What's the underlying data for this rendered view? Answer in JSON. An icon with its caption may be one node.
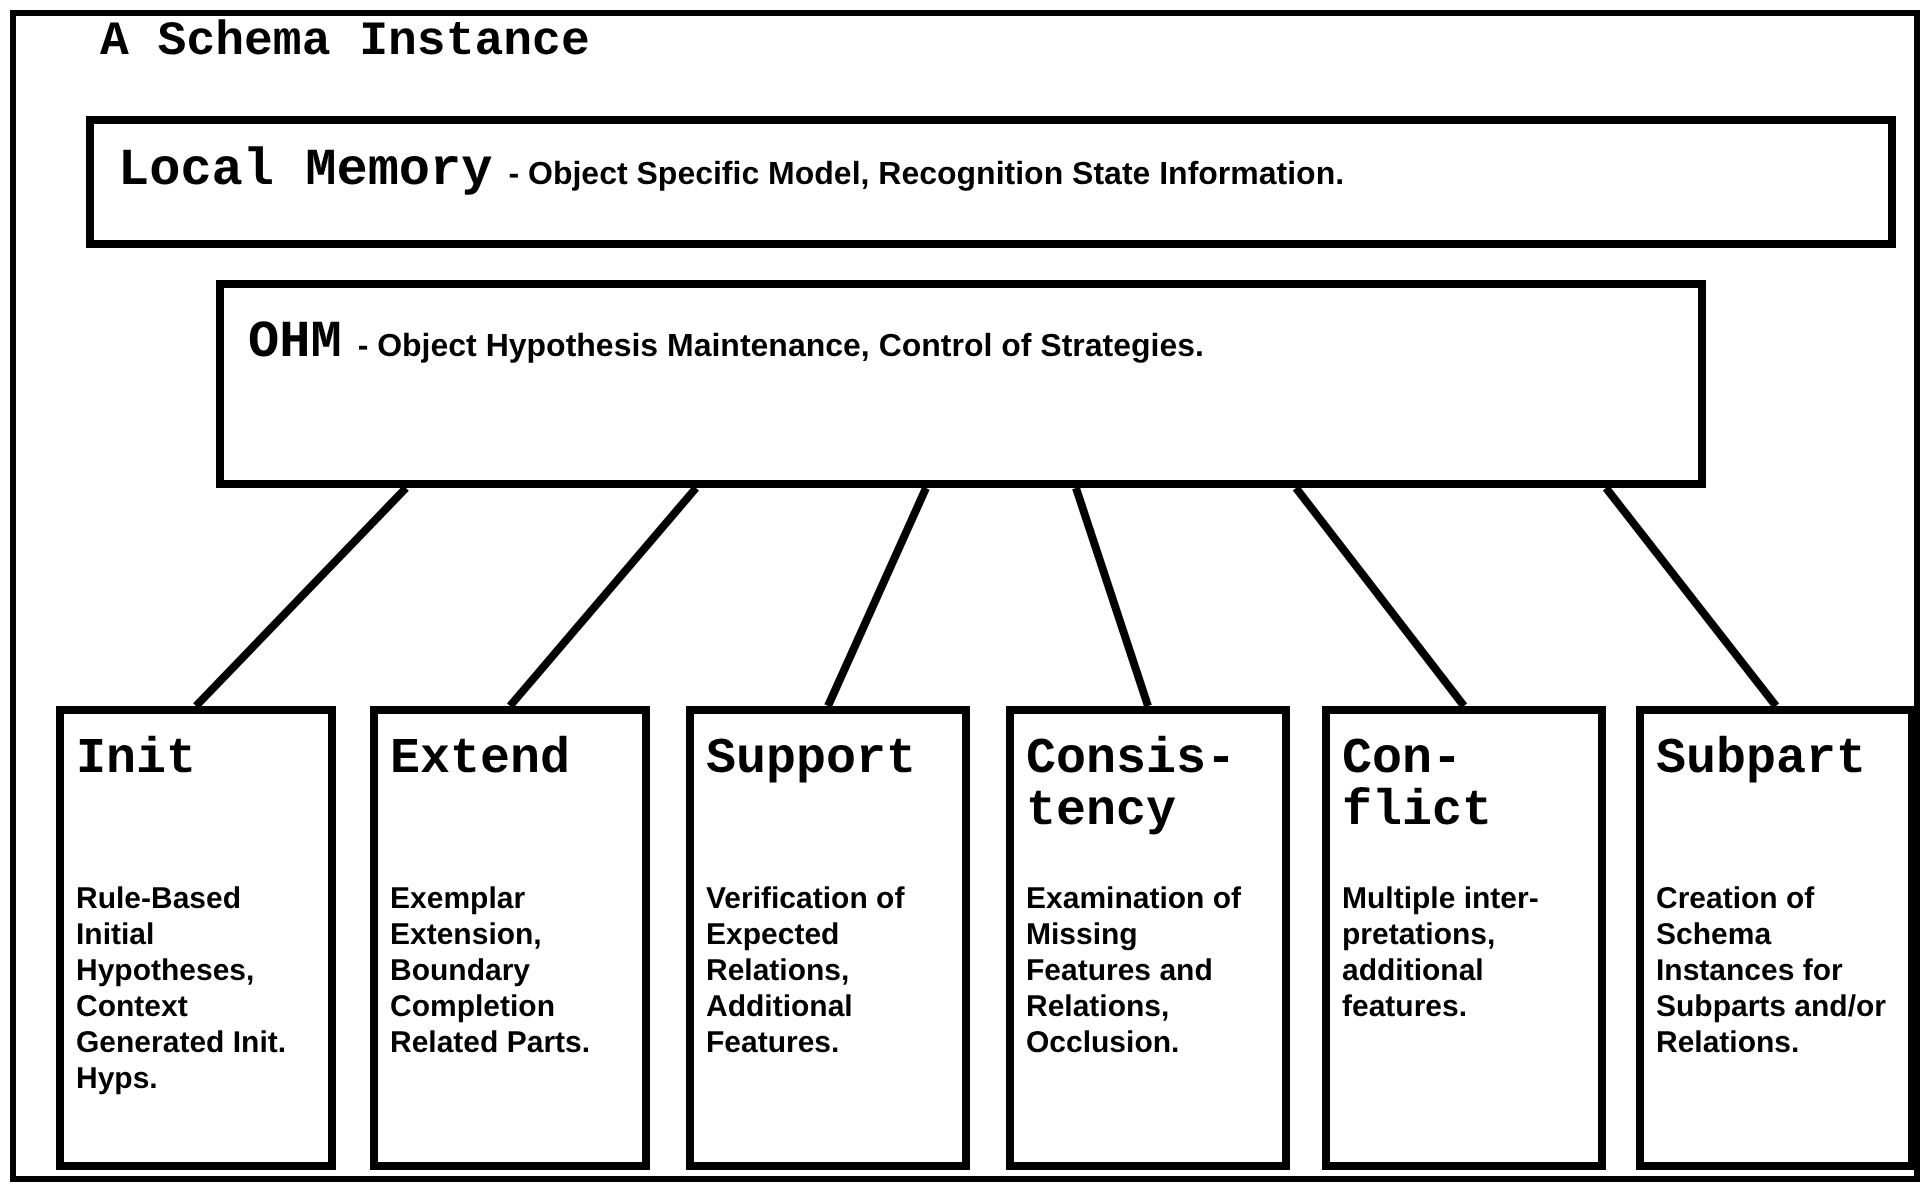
{
  "diagram": {
    "nodes": [
      {
        "text": [
          "A Schema Instance"
        ]
      },
      {
        "text": [
          "Local Memory",
          "- Object Specific Model, Recognition State Information."
        ],
        "in": 0
      },
      {
        "text": [
          "OHM",
          "- Object Hypothesis Maintenance, Control of Strategies."
        ],
        "in": 0
      },
      {
        "text": [
          "Init",
          "Rule-Based Initial Hypotheses, Context Generated Init. Hyps."
        ],
        "in": 0
      },
      {
        "text": [
          "Extend",
          "Exemplar Extension, Boundary Completion Related Parts."
        ],
        "in": 0
      },
      {
        "text": [
          "Support",
          "Verification of Expected Relations, Additional Features."
        ],
        "in": 0
      },
      {
        "text": [
          "Consis- tency",
          "Examination of Missing Features and Relations, Occlusion."
        ],
        "in": 0
      },
      {
        "text": [
          "Con- flict",
          "Multiple inter- pretations, additional features."
        ],
        "in": 0
      },
      {
        "text": [
          "Subpart",
          "Creation of Schema Instances for Subparts and/or Relations."
        ],
        "in": 0
      }
    ],
    "edges": [
      {
        "from": 2,
        "to": 3,
        "arrow": "none"
      },
      {
        "from": 2,
        "to": 4,
        "arrow": "none"
      },
      {
        "from": 2,
        "to": 5,
        "arrow": "none"
      },
      {
        "from": 2,
        "to": 6,
        "arrow": "none"
      },
      {
        "from": 2,
        "to": 7,
        "arrow": "none"
      },
      {
        "from": 2,
        "to": 8,
        "arrow": "none"
      }
    ]
  }
}
